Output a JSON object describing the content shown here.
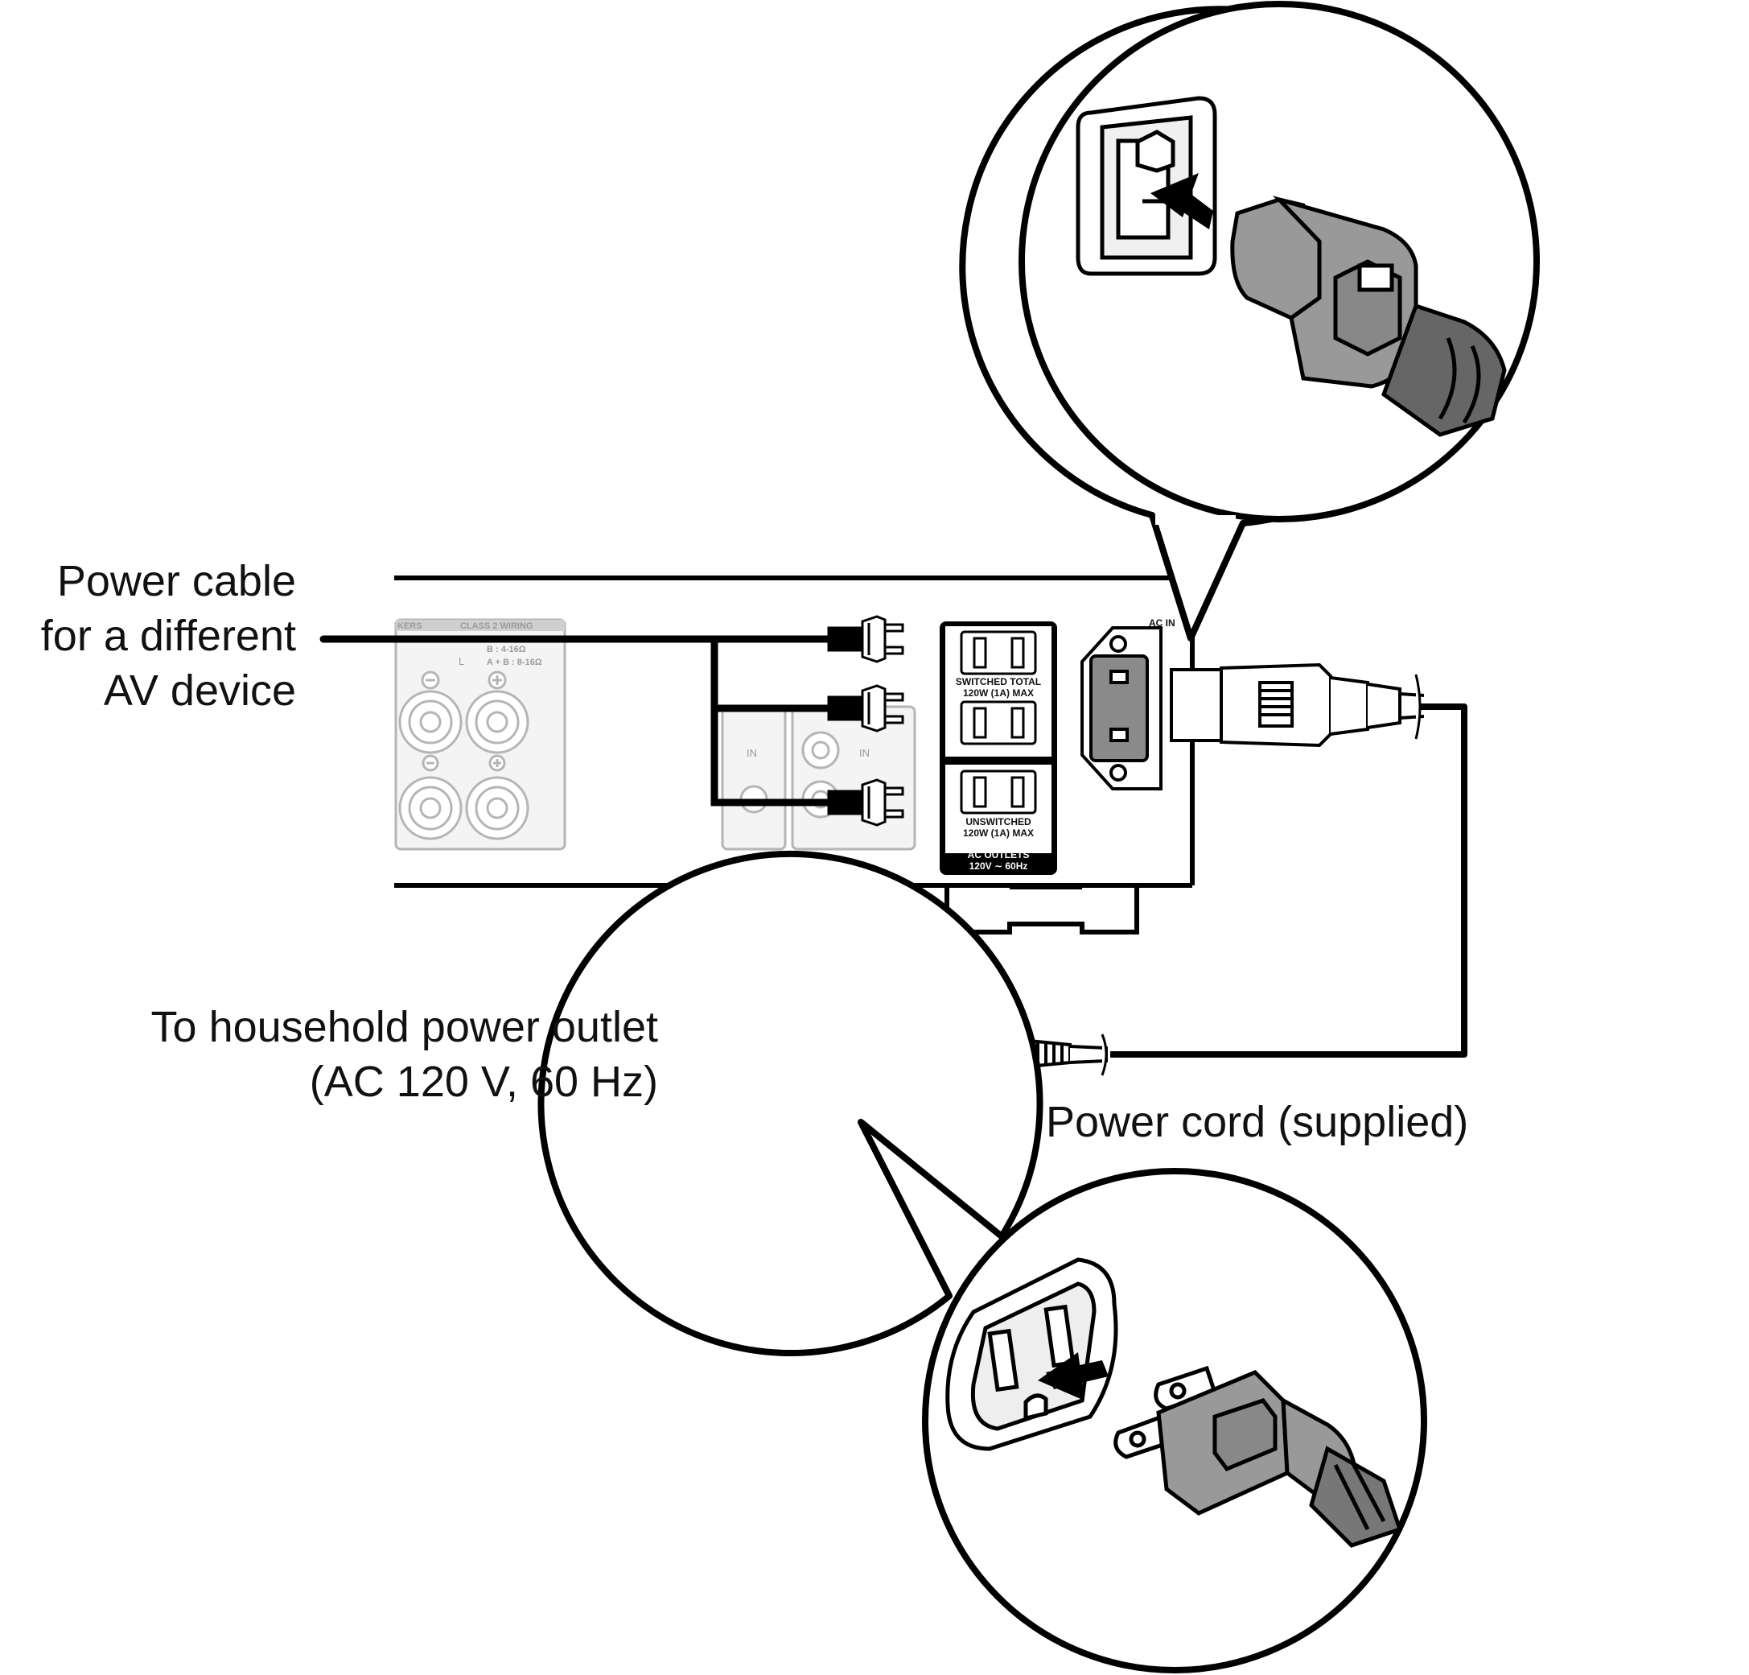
{
  "labels": {
    "power_cable_line1": "Power cable",
    "power_cable_line2": "for a different",
    "power_cable_line3": "AV device",
    "outlet_line1": "To household power outlet",
    "outlet_line2": "(AC 120 V, 60 Hz)",
    "power_cord": "Power cord (supplied)"
  },
  "panel": {
    "ac_in": "AC IN",
    "switched_line1": "SWITCHED TOTAL",
    "switched_line2": "120W (1A) MAX",
    "unswitched_line1": "UNSWITCHED",
    "unswitched_line2": "120W (1A) MAX",
    "ac_outlets_line1": "AC OUTLETS",
    "ac_outlets_line2": "120V ∼ 60Hz"
  },
  "background_panel": {
    "speakers": "KERS",
    "class2": "CLASS 2 WIRING",
    "imp_b": "B     :  4-16Ω",
    "imp_ab": "A + B :  8-16Ω",
    "channel": "L",
    "in1": "IN",
    "in2": "IN"
  }
}
